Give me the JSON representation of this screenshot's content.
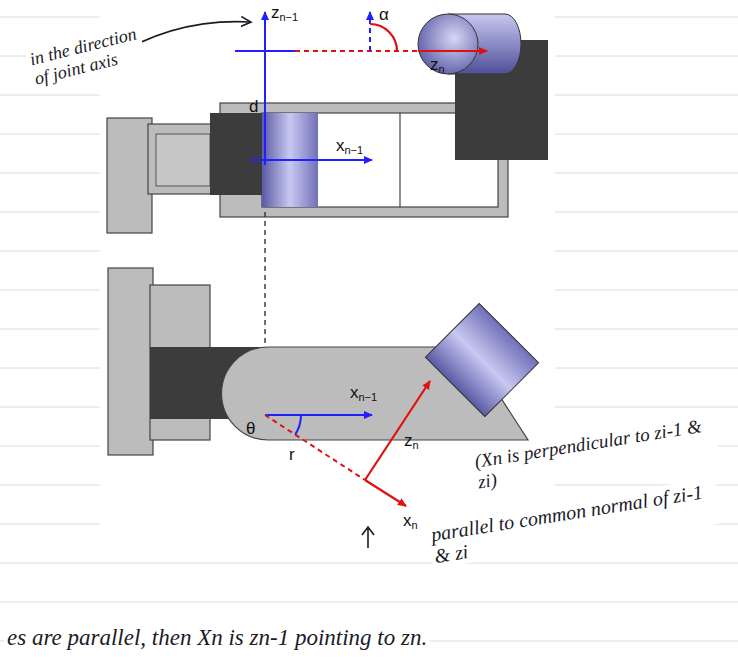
{
  "diagram": {
    "labels": [
      "in the direction of joint axis",
      "zn−1",
      "α",
      "zn",
      "d",
      "xn−1",
      "xn−1",
      "θ",
      "r",
      "zn",
      "xn",
      "(Xn is perpendicular to zi-1 & zi)",
      "parallel to common normal of zi-1 & zi",
      "es are parallel, then Xn is zn-1 pointing to zn."
    ]
  }
}
